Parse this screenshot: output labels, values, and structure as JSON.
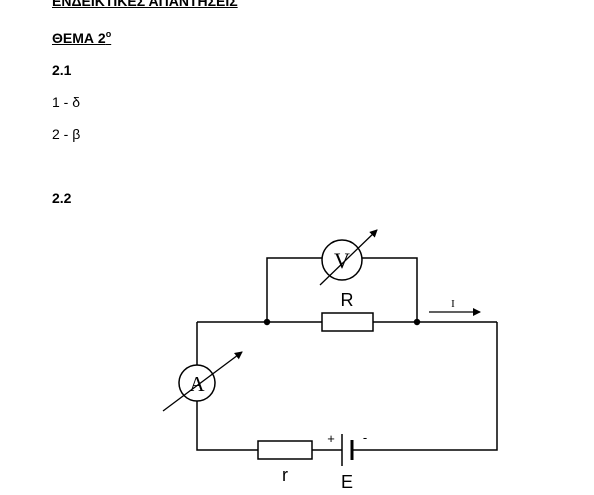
{
  "document": {
    "title": "ΕΝΔΕΙΚΤΙΚΕΣ ΑΠΑΝΤΗΣΕΙΣ",
    "section_title": "ΘΕΜΑ 2",
    "section_superscript": "ο",
    "subsection_1": "2.1",
    "answers": [
      "1 - δ",
      "2 - β"
    ],
    "subsection_2": "2.2"
  },
  "circuit": {
    "voltmeter_label": "V",
    "ammeter_label": "A",
    "resistor_label": "R",
    "internal_resistance_label": "r",
    "emf_label": "E",
    "current_label": "I",
    "plus_sign": "+",
    "minus_sign": "-"
  }
}
